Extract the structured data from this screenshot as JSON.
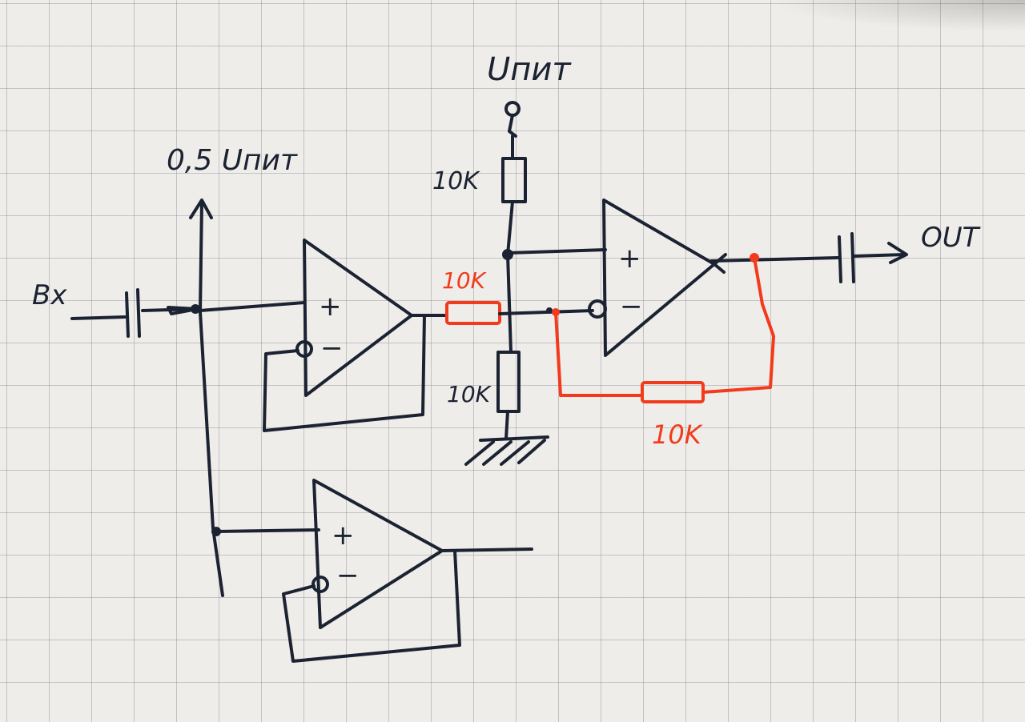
{
  "labels": {
    "supply_top": "Uпит",
    "half_supply": "0,5 Uпит",
    "input": "Bx",
    "output": "OUT",
    "r_top": "10K",
    "r_series": "10K",
    "r_bottom": "10K",
    "r_feedback": "10K",
    "plus": "+",
    "minus": "−"
  },
  "colors": {
    "ink": "#1b2232",
    "annotation": "#f23a1c",
    "paper": "#efede9"
  }
}
